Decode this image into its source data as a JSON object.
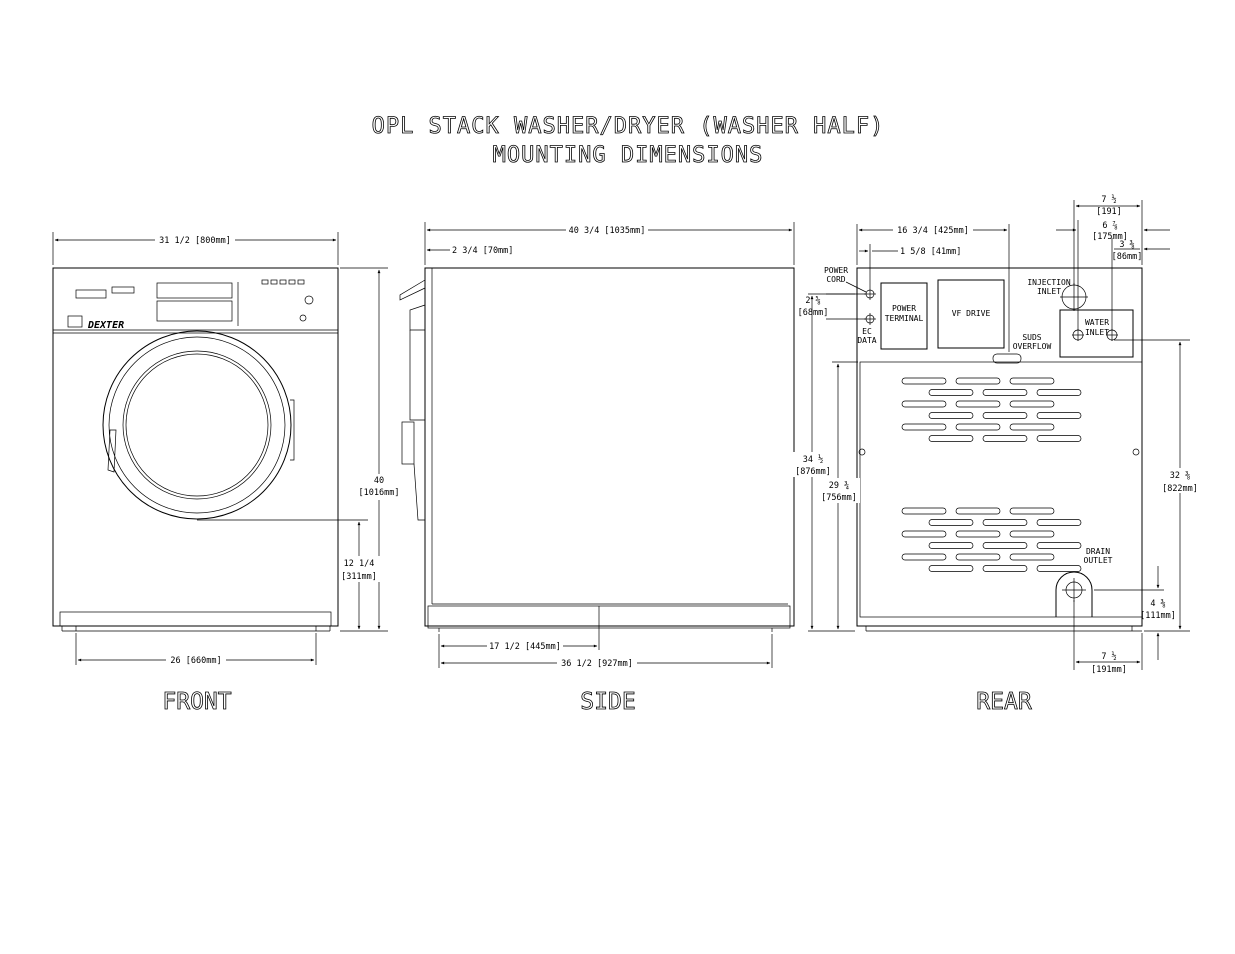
{
  "title": {
    "line1": "OPL STACK WASHER/DRYER (WASHER HALF)",
    "line2": "MOUNTING DIMENSIONS"
  },
  "views": {
    "front": "FRONT",
    "side": "SIDE",
    "rear": "REAR"
  },
  "front": {
    "width": "31 1/2 [800mm]",
    "height_in": "40",
    "height_mm": "[1016mm]",
    "door_center_in": "12 1/4",
    "door_center_mm": "[311mm]",
    "foot_spacing": "26 [660mm]",
    "brand": "DEXTER"
  },
  "side": {
    "depth": "40 3/4 [1035mm]",
    "overhang": "2 3/4 [70mm]",
    "foot_mid": "17 1/2 [445mm]",
    "foot_total": "36 1/2 [927mm]"
  },
  "rear": {
    "to_inlet_total": "16 3/4 [425mm]",
    "to_cord": "1 5/8 [41mm]",
    "power_cord": [
      "POWER",
      "CORD"
    ],
    "ec_data": [
      "EC",
      "DATA"
    ],
    "power_terminal": [
      "POWER",
      "TERMINAL"
    ],
    "vf_drive": "VF DRIVE",
    "suds_overflow": [
      "SUDS",
      "OVERFLOW"
    ],
    "injection_inlet": [
      "INJECTION",
      "INLET"
    ],
    "water_inlet": [
      "WATER",
      "INLET"
    ],
    "drain_outlet": [
      "DRAIN",
      "OUTLET"
    ],
    "cord_gap_in": "2 ⅝",
    "cord_gap_mm": "[68mm]",
    "inj_width_in": "7 ½",
    "inj_width_mm": "[191]",
    "water_a_in": "6 ⅞",
    "water_a_mm": "[175mm]",
    "water_b_in": "3 ⅜",
    "water_b_mm": "[86mm]",
    "h_cord_in": "34 ½",
    "h_cord_mm": "[876mm]",
    "h_back_in": "29 ¾",
    "h_back_mm": "[756mm]",
    "h_inlet_in": "32 ⅜",
    "h_inlet_mm": "[822mm]",
    "drain_h_in": "4 ⅜",
    "drain_h_mm": "[111mm]",
    "drain_w_in": "7 ½",
    "drain_w_mm": "[191mm]"
  },
  "colors": {
    "line": "#000000",
    "background": "#ffffff"
  }
}
